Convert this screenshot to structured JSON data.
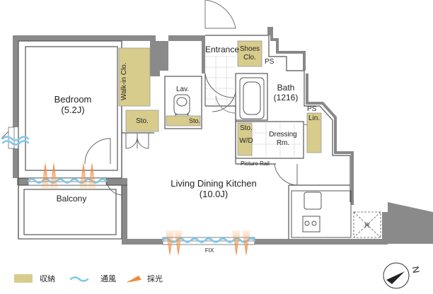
{
  "rooms": {
    "entrance": "Entrance",
    "shoes_closet_1": "Shoes",
    "shoes_closet_2": "Clo.",
    "ps_top": "PS",
    "walk_in_closet": "Walk-in Clo.",
    "lavatory": "Lav.",
    "bath": "Bath",
    "bath_size": "(1216)",
    "ps_side": "PS",
    "linen": "Lin.",
    "bedroom": "Bedroom",
    "bedroom_size": "(5.2J)",
    "storage_bedroom": "Sto.",
    "storage_lav": "Sto.",
    "storage_wd_1": "Sto.",
    "storage_wd_2": "W/D",
    "dressing_room_1": "Dressing",
    "dressing_room_2": "Rm.",
    "picture_rail": "Picture Rail",
    "ldk": "Living Dining Kitchen",
    "ldk_size": "(10.0J)",
    "balcony": "Balcony",
    "fix_window": "FIX",
    "refrigerator": "R"
  },
  "legend": [
    {
      "label": "収納",
      "color": "#d8cc8c",
      "icon": "storage-swatch"
    },
    {
      "label": "通風",
      "color": "#7ec8ea",
      "icon": "ventilation-wave-icon"
    },
    {
      "label": "採光",
      "color": "#ef8a3c",
      "icon": "daylight-ray-icon"
    }
  ],
  "compass": {
    "label": "N",
    "icon": "north-arrow-icon"
  },
  "colors": {
    "wall": "#8a8a8a",
    "storage": "#d8cc8c",
    "wind": "#7ec8ea",
    "light": "#ef8a3c"
  }
}
